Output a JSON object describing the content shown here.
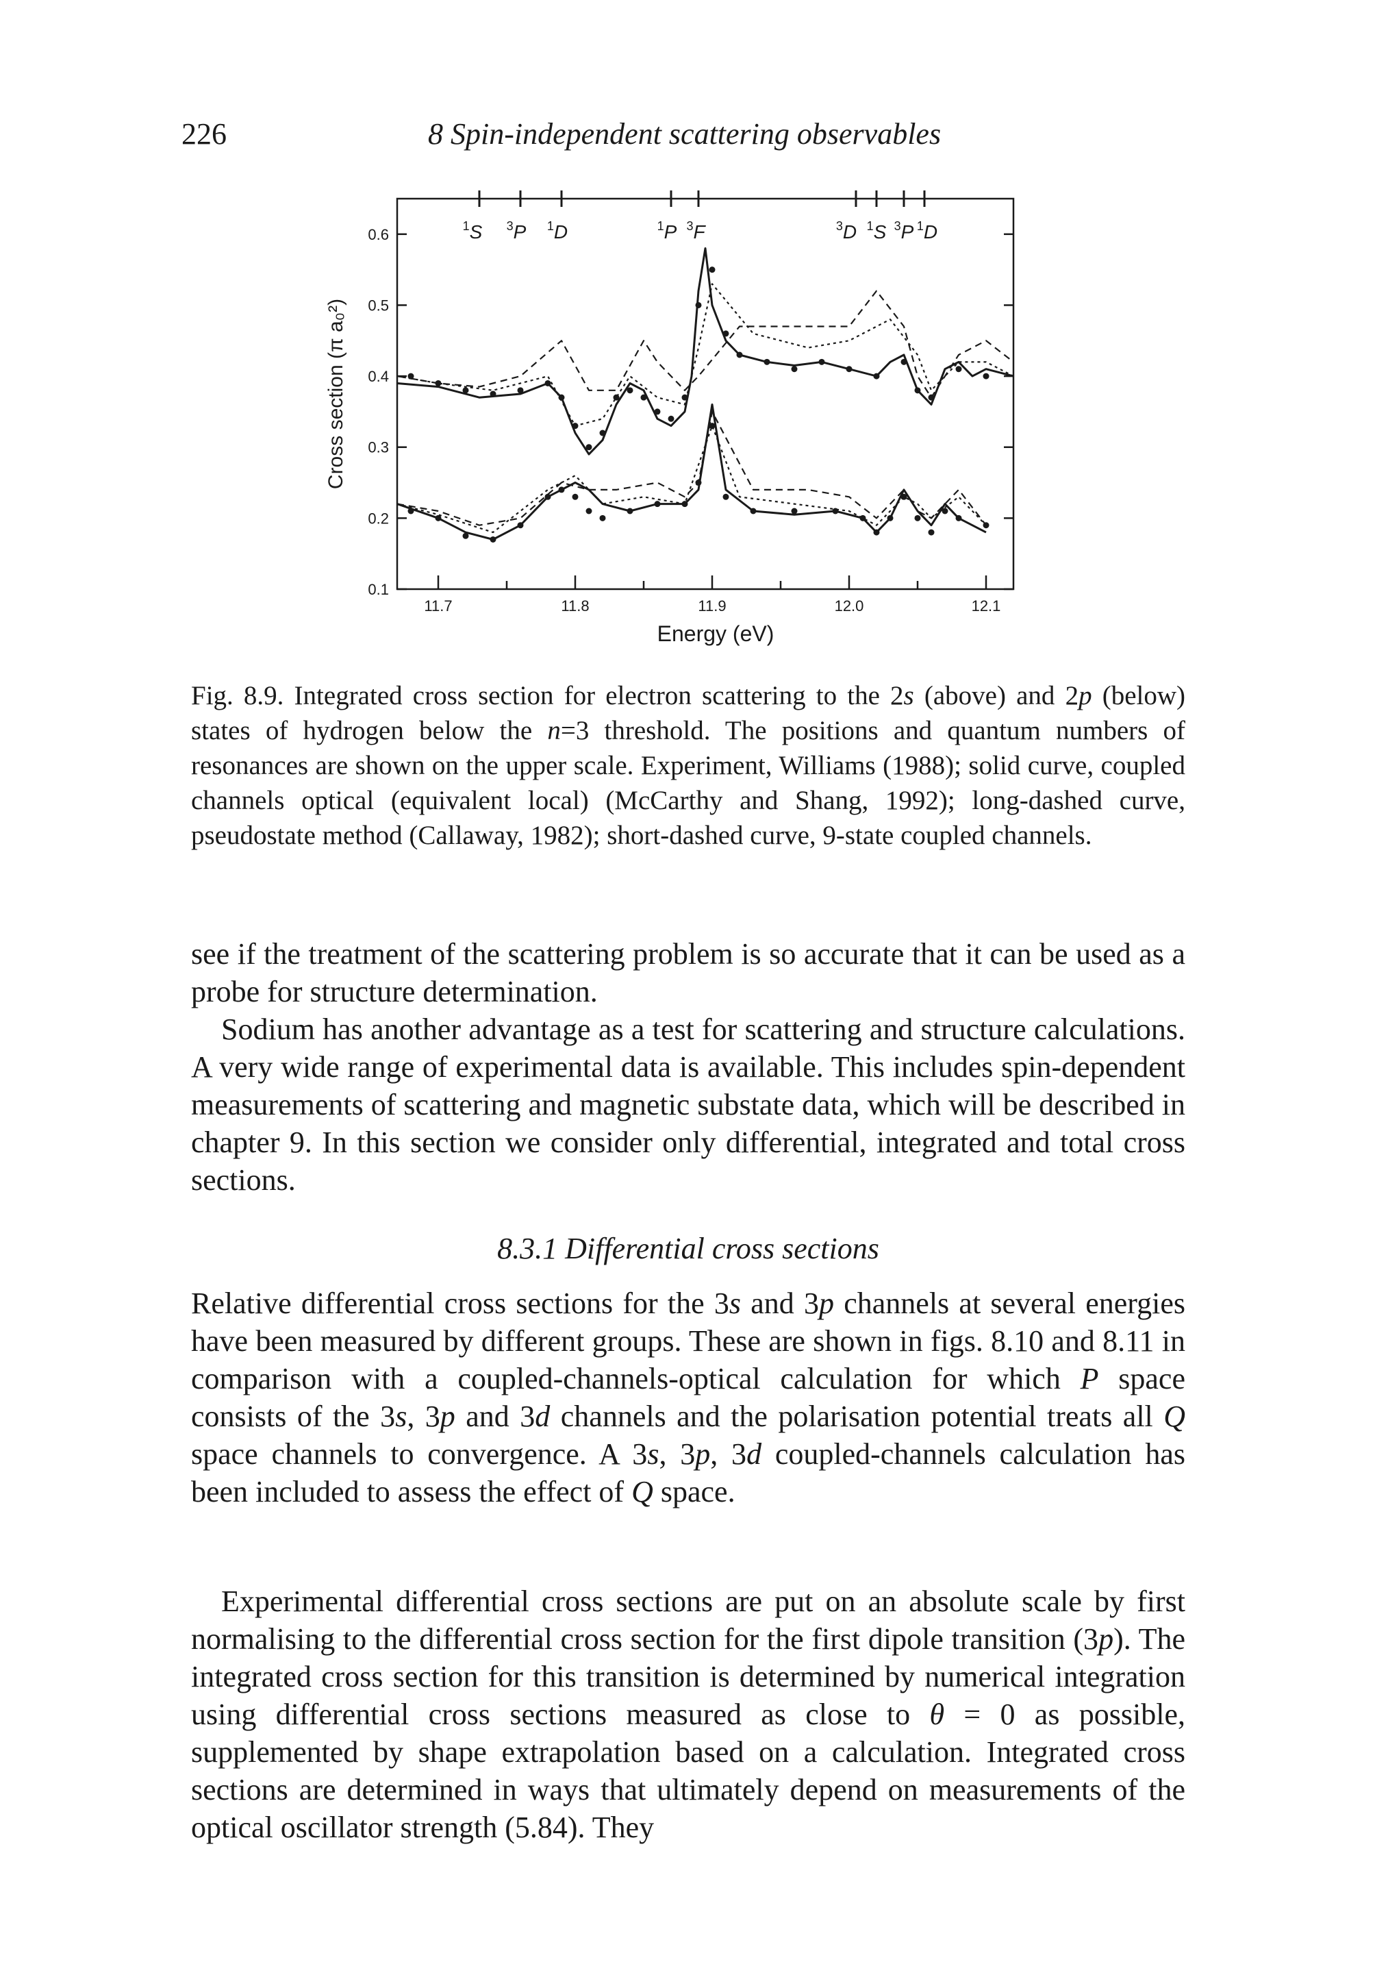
{
  "header": {
    "page_number": "226",
    "running_head": "8 Spin-independent scattering observables"
  },
  "figure": {
    "resonances": [
      {
        "label_main": "S",
        "label_sup": "1"
      },
      {
        "label_main": "P",
        "label_sup": "3"
      },
      {
        "label_main": "D",
        "label_sup": "1"
      },
      {
        "label_main": "P",
        "label_sup": "1"
      },
      {
        "label_main": "F",
        "label_sup": "3"
      },
      {
        "label_main": "D",
        "label_sup": "3"
      },
      {
        "label_main": "S",
        "label_sup": "1"
      },
      {
        "label_main": "P",
        "label_sup": "3"
      },
      {
        "label_main": "D",
        "label_sup": "1"
      }
    ]
  },
  "chart_data": {
    "type": "line",
    "xlabel": "Energy (eV)",
    "ylabel": "Cross section (π a₀²)",
    "xlim": [
      11.67,
      12.12
    ],
    "ylim": [
      0.1,
      0.65
    ],
    "x_ticks": [
      "11.7",
      "11.8",
      "11.9",
      "12.0",
      "12.1"
    ],
    "y_ticks": [
      "0.1",
      "0.2",
      "0.3",
      "0.4",
      "0.5",
      "0.6"
    ],
    "legend": "none",
    "panels": [
      {
        "state": "2s",
        "series": [
          {
            "style": "solid",
            "x": [
              11.67,
              11.7,
              11.73,
              11.76,
              11.78,
              11.79,
              11.8,
              11.81,
              11.82,
              11.83,
              11.84,
              11.85,
              11.86,
              11.87,
              11.88,
              11.885,
              11.89,
              11.895,
              11.9,
              11.91,
              11.92,
              11.94,
              11.96,
              11.98,
              12.0,
              12.02,
              12.03,
              12.04,
              12.05,
              12.06,
              12.07,
              12.08,
              12.09,
              12.1,
              12.12
            ],
            "y": [
              0.39,
              0.385,
              0.37,
              0.375,
              0.39,
              0.37,
              0.32,
              0.29,
              0.31,
              0.36,
              0.39,
              0.38,
              0.34,
              0.33,
              0.35,
              0.4,
              0.52,
              0.58,
              0.5,
              0.45,
              0.43,
              0.42,
              0.415,
              0.42,
              0.41,
              0.4,
              0.42,
              0.43,
              0.38,
              0.36,
              0.41,
              0.42,
              0.4,
              0.41,
              0.4
            ]
          },
          {
            "style": "long-dashed",
            "x": [
              11.67,
              11.7,
              11.73,
              11.76,
              11.79,
              11.81,
              11.83,
              11.85,
              11.86,
              11.88,
              11.89,
              11.92,
              11.96,
              12.0,
              12.02,
              12.04,
              12.05,
              12.06,
              12.08,
              12.1,
              12.12
            ],
            "y": [
              0.4,
              0.39,
              0.385,
              0.4,
              0.45,
              0.38,
              0.38,
              0.45,
              0.42,
              0.38,
              0.4,
              0.47,
              0.47,
              0.47,
              0.52,
              0.47,
              0.4,
              0.37,
              0.43,
              0.45,
              0.42
            ]
          },
          {
            "style": "short-dashed",
            "x": [
              11.67,
              11.7,
              11.74,
              11.78,
              11.8,
              11.82,
              11.84,
              11.86,
              11.88,
              11.89,
              11.9,
              11.93,
              11.97,
              12.0,
              12.03,
              12.05,
              12.06,
              12.08,
              12.1,
              12.12
            ],
            "y": [
              0.4,
              0.39,
              0.38,
              0.4,
              0.33,
              0.34,
              0.4,
              0.37,
              0.36,
              0.44,
              0.53,
              0.46,
              0.44,
              0.45,
              0.48,
              0.43,
              0.38,
              0.42,
              0.42,
              0.4
            ]
          },
          {
            "style": "experiment (dots)",
            "x": [
              11.68,
              11.7,
              11.72,
              11.74,
              11.76,
              11.78,
              11.79,
              11.8,
              11.81,
              11.82,
              11.83,
              11.84,
              11.85,
              11.86,
              11.87,
              11.88,
              11.89,
              11.9,
              11.91,
              11.92,
              11.94,
              11.96,
              11.98,
              12.0,
              12.02,
              12.04,
              12.05,
              12.06,
              12.08,
              12.1
            ],
            "y": [
              0.4,
              0.39,
              0.38,
              0.375,
              0.38,
              0.39,
              0.37,
              0.33,
              0.3,
              0.32,
              0.37,
              0.38,
              0.37,
              0.35,
              0.34,
              0.37,
              0.5,
              0.55,
              0.46,
              0.43,
              0.42,
              0.41,
              0.42,
              0.41,
              0.4,
              0.42,
              0.38,
              0.37,
              0.41,
              0.4
            ]
          }
        ]
      },
      {
        "state": "2p",
        "series": [
          {
            "style": "solid",
            "x": [
              11.67,
              11.7,
              11.72,
              11.74,
              11.76,
              11.78,
              11.8,
              11.81,
              11.82,
              11.84,
              11.86,
              11.88,
              11.89,
              11.895,
              11.9,
              11.91,
              11.93,
              11.96,
              11.99,
              12.01,
              12.02,
              12.03,
              12.04,
              12.05,
              12.06,
              12.07,
              12.08,
              12.1
            ],
            "y": [
              0.22,
              0.2,
              0.18,
              0.17,
              0.19,
              0.23,
              0.25,
              0.24,
              0.22,
              0.21,
              0.22,
              0.22,
              0.24,
              0.3,
              0.36,
              0.24,
              0.21,
              0.205,
              0.21,
              0.2,
              0.18,
              0.2,
              0.24,
              0.21,
              0.19,
              0.22,
              0.2,
              0.18
            ]
          },
          {
            "style": "long-dashed",
            "x": [
              11.67,
              11.7,
              11.73,
              11.76,
              11.79,
              11.81,
              11.83,
              11.86,
              11.88,
              11.89,
              11.9,
              11.93,
              11.97,
              12.0,
              12.02,
              12.04,
              12.05,
              12.06,
              12.08,
              12.1
            ],
            "y": [
              0.22,
              0.21,
              0.19,
              0.2,
              0.25,
              0.24,
              0.24,
              0.25,
              0.23,
              0.25,
              0.35,
              0.24,
              0.24,
              0.23,
              0.2,
              0.24,
              0.21,
              0.2,
              0.24,
              0.19
            ]
          },
          {
            "style": "short-dashed",
            "x": [
              11.67,
              11.7,
              11.74,
              11.78,
              11.8,
              11.82,
              11.85,
              11.88,
              11.9,
              11.92,
              11.96,
              12.0,
              12.02,
              12.04,
              12.05,
              12.06,
              12.08,
              12.1
            ],
            "y": [
              0.22,
              0.205,
              0.18,
              0.24,
              0.26,
              0.22,
              0.23,
              0.22,
              0.33,
              0.23,
              0.22,
              0.21,
              0.19,
              0.23,
              0.22,
              0.2,
              0.23,
              0.19
            ]
          },
          {
            "style": "experiment (dots)",
            "x": [
              11.68,
              11.7,
              11.72,
              11.74,
              11.76,
              11.78,
              11.79,
              11.8,
              11.81,
              11.82,
              11.84,
              11.86,
              11.88,
              11.89,
              11.9,
              11.91,
              11.93,
              11.96,
              11.99,
              12.01,
              12.02,
              12.03,
              12.04,
              12.05,
              12.06,
              12.07,
              12.08,
              12.1
            ],
            "y": [
              0.21,
              0.2,
              0.175,
              0.17,
              0.19,
              0.23,
              0.24,
              0.23,
              0.21,
              0.2,
              0.21,
              0.22,
              0.22,
              0.25,
              0.33,
              0.23,
              0.21,
              0.21,
              0.21,
              0.2,
              0.18,
              0.2,
              0.23,
              0.2,
              0.18,
              0.21,
              0.2,
              0.19
            ]
          }
        ]
      }
    ]
  },
  "caption": {
    "parts": [
      "Fig. 8.9. Integrated cross section for electron scattering to the 2",
      "s",
      " (above) and 2",
      "p",
      " (below) states of hydrogen below the ",
      "n",
      "=3 threshold. The positions and quantum numbers of resonances are shown on the upper scale. Experiment, Williams (1988); solid curve, coupled channels optical (equivalent local) (McCarthy and Shang, 1992); long-dashed curve, pseudostate method (Callaway, 1982); short-dashed curve, 9-state coupled channels."
    ]
  },
  "paragraphs": {
    "p1": "see if the treatment of the scattering problem is so accurate that it can be used as a probe for structure determination.",
    "p2": "Sodium has another advantage as a test for scattering and structure calculations. A very wide range of experimental data is available. This includes spin-dependent measurements of scattering and magnetic substate data, which will be described in chapter 9. In this section we consider only differential, integrated and total cross sections.",
    "section_heading": "8.3.1 Differential cross sections",
    "p3": [
      "Relative differential cross sections for the 3",
      "s",
      " and 3",
      "p",
      " channels at several energies have been measured by different groups. These are shown in figs. 8.10 and 8.11 in comparison with a coupled-channels-optical calculation for which ",
      "P",
      " space consists of the 3",
      "s",
      ", 3",
      "p",
      " and 3",
      "d",
      " channels and the polarisation potential treats all ",
      "Q",
      " space channels to convergence. A 3",
      "s",
      ", 3",
      "p",
      ", 3",
      "d",
      " coupled-channels calculation has been included to assess the effect of ",
      "Q",
      " space."
    ],
    "p4": [
      "Experimental differential cross sections are put on an absolute scale by first normalising to the differential cross section for the first dipole transition (3",
      "p",
      "). The integrated cross section for this transition is determined by numerical integration using differential cross sections measured as close to ",
      "θ",
      " = 0 as possible, supplemented by shape extrapolation based on a calculation. Integrated cross sections are determined in ways that ultimately depend on measurements of the optical oscillator strength (5.84). They"
    ]
  }
}
